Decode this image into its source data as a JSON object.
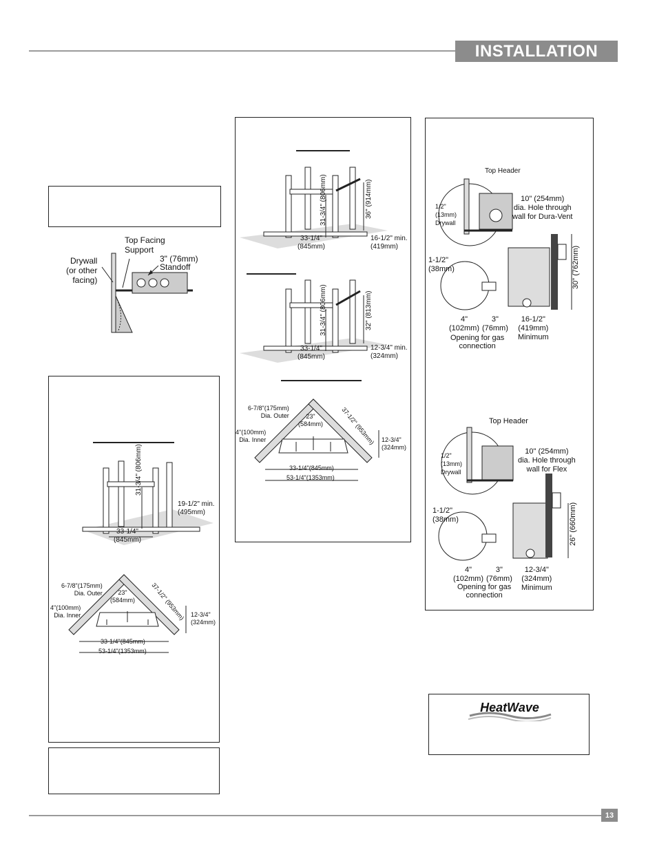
{
  "header": {
    "title": "INSTALLATION"
  },
  "footer": {
    "page_number": "13"
  },
  "facing_figure": {
    "drywall": "Drywall\n(or other\nfacing)",
    "top_facing_support": "Top Facing\nSupport",
    "standoff": "3\" (76mm)\nStandoff"
  },
  "framing_a": {
    "width": "33-1/4\"",
    "width_mm": "(845mm)",
    "height": "31-3/4\"",
    "height_mm": "(806mm)",
    "depth": "19-1/2\" min.",
    "depth_mm": "(495mm)"
  },
  "corner_a": {
    "outer": "6-7/8\"(175mm)",
    "outer_label": "Dia. Outer",
    "inner": "4\"(100mm)",
    "inner_label": "Dia. Inner",
    "angle": "23\"",
    "angle_mm": "(584mm)",
    "diag": "37-1/2\"",
    "diag_mm": "(953mm)",
    "depth": "12-3/4\"",
    "depth_mm": "(324mm)",
    "width": "33-1/4\"(845mm)",
    "total": "53-1/4\"(1353mm)"
  },
  "framing_b": {
    "width": "33-1/4\"",
    "width_mm": "(845mm)",
    "height": "31-3/4\"",
    "height_mm": "(806mm)",
    "top": "36\"",
    "top_mm": "(914mm)",
    "depth": "16-1/2\" min.",
    "depth_mm": "(419mm)"
  },
  "framing_c": {
    "width": "33-1/4\"",
    "width_mm": "(845mm)",
    "height": "31-3/4\"",
    "height_mm": "(806mm)",
    "top": "32\"",
    "top_mm": "(813mm)",
    "depth": "12-3/4\" min.",
    "depth_mm": "(324mm)"
  },
  "corner_b": {
    "outer": "6-7/8\"(175mm)",
    "outer_label": "Dia. Outer",
    "inner": "4\"(100mm)",
    "inner_label": "Dia. Inner",
    "angle": "23\"",
    "angle_mm": "(584mm)",
    "diag": "37-1/2\"",
    "diag_mm": "(953mm)",
    "depth": "12-3/4\"",
    "depth_mm": "(324mm)",
    "width": "33-1/4\"(845mm)",
    "total": "53-1/4\"(1353mm)"
  },
  "vent_dura": {
    "top_header": "Top Header",
    "drywall": "1/2\"\n(13mm)\nDrywall",
    "hole": "10\" (254mm)\ndia. Hole through\nwall for Dura-Vent",
    "clearance": "1-1/2\"\n(38mm)",
    "height": "30\"",
    "height_mm": "(762mm)",
    "four": "4\"\n(102mm)",
    "three": "3\"\n(76mm)",
    "gas": "Opening for gas\nconnection",
    "min": "16-1/2\"\n(419mm)\nMinimum"
  },
  "vent_flex": {
    "top_header": "Top Header",
    "drywall": "1/2\"\n(13mm)\nDrywall",
    "hole": "10\" (254mm)\ndia. Hole through\nwall for Flex",
    "clearance": "1-1/2\"\n(38mm)",
    "height": "26\"",
    "height_mm": "(660mm)",
    "four": "4\"\n(102mm)",
    "three": "3\"\n(76mm)",
    "gas": "Opening for gas\nconnection",
    "min": "12-3/4\"\n(324mm)\nMinimum"
  },
  "logo": {
    "text": "HeatWave"
  }
}
